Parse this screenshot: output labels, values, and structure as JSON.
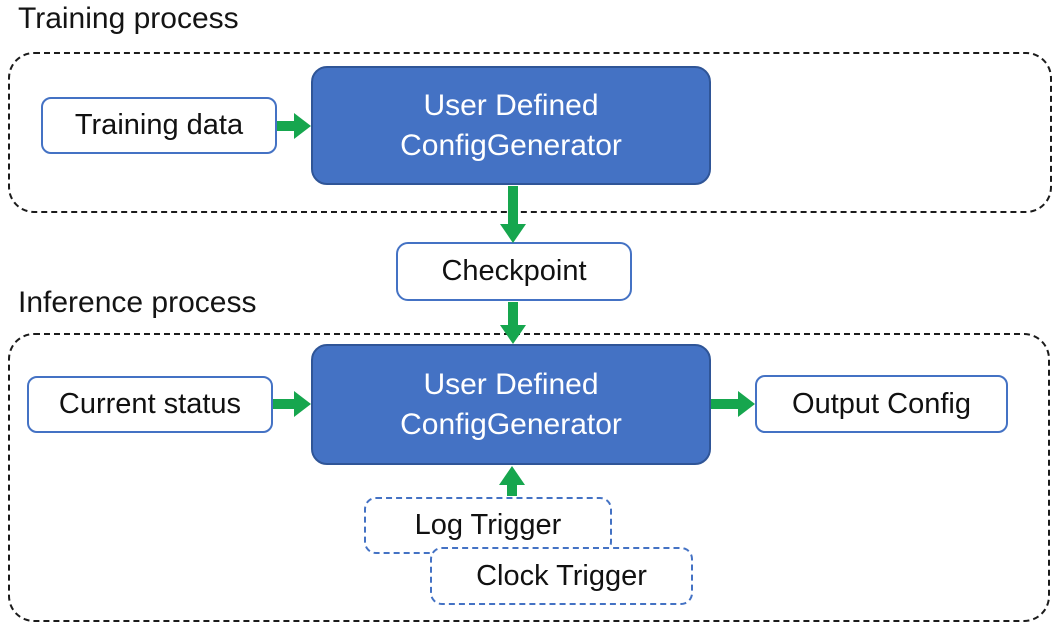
{
  "colors": {
    "node_fill": "#4472C4",
    "node_border": "#2F5597",
    "light_box_border": "#4472C4",
    "trigger_border": "#4472C4",
    "arrow_green": "#16A64E"
  },
  "training_section": {
    "title": "Training process",
    "input_box": "Training data",
    "generator_line1": "User Defined",
    "generator_line2": "ConfigGenerator"
  },
  "checkpoint_box": "Checkpoint",
  "inference_section": {
    "title": "Inference process",
    "input_box": "Current status",
    "generator_line1": "User Defined",
    "generator_line2": "ConfigGenerator",
    "output_box": "Output Config",
    "log_trigger": "Log Trigger",
    "clock_trigger": "Clock Trigger"
  }
}
